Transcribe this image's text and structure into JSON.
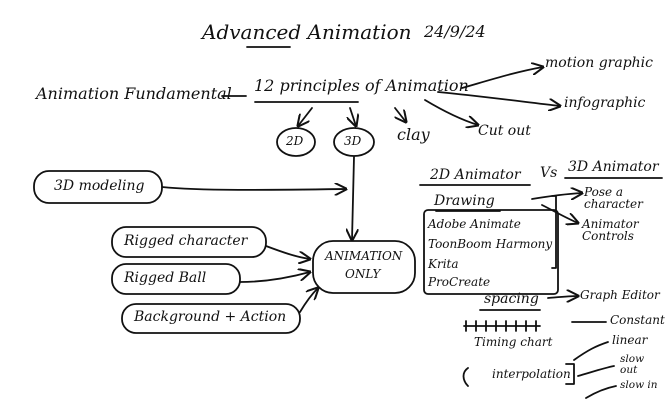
{
  "title": "Advanced Animation",
  "date": "24/9/24",
  "fundamentals": "Animation Fundamental",
  "principles": "12 principles of Animation",
  "branches": {
    "motion_graphic": "motion graphic",
    "infographic": "infographic",
    "two_d": "2D",
    "three_d": "3D",
    "clay": "clay",
    "cut_out": "Cut out"
  },
  "left_inputs": {
    "modeling": "3D modeling",
    "rigged_character": "Rigged character",
    "rigged_ball": "Rigged Ball",
    "background": "Background + Action"
  },
  "center": {
    "line1": "ANIMATION",
    "line2": "ONLY"
  },
  "comparison": {
    "left_header": "2D Animator",
    "vs": "Vs",
    "right_header": "3D Animator",
    "drawing": "Drawing",
    "tools": [
      "Adobe Animate",
      "ToonBoom Harmony",
      "Krita",
      "ProCreate"
    ],
    "spacing": "spacing",
    "pose_character": "Pose a character",
    "animator_controls": "Animator Controls",
    "graph_editor": "Graph Editor"
  },
  "timing": {
    "timing_chart": "Timing chart",
    "interpolation": "interpolation",
    "constant": "Constant",
    "linear": "linear",
    "slow_out": "slow out",
    "slow_in": "slow in"
  }
}
